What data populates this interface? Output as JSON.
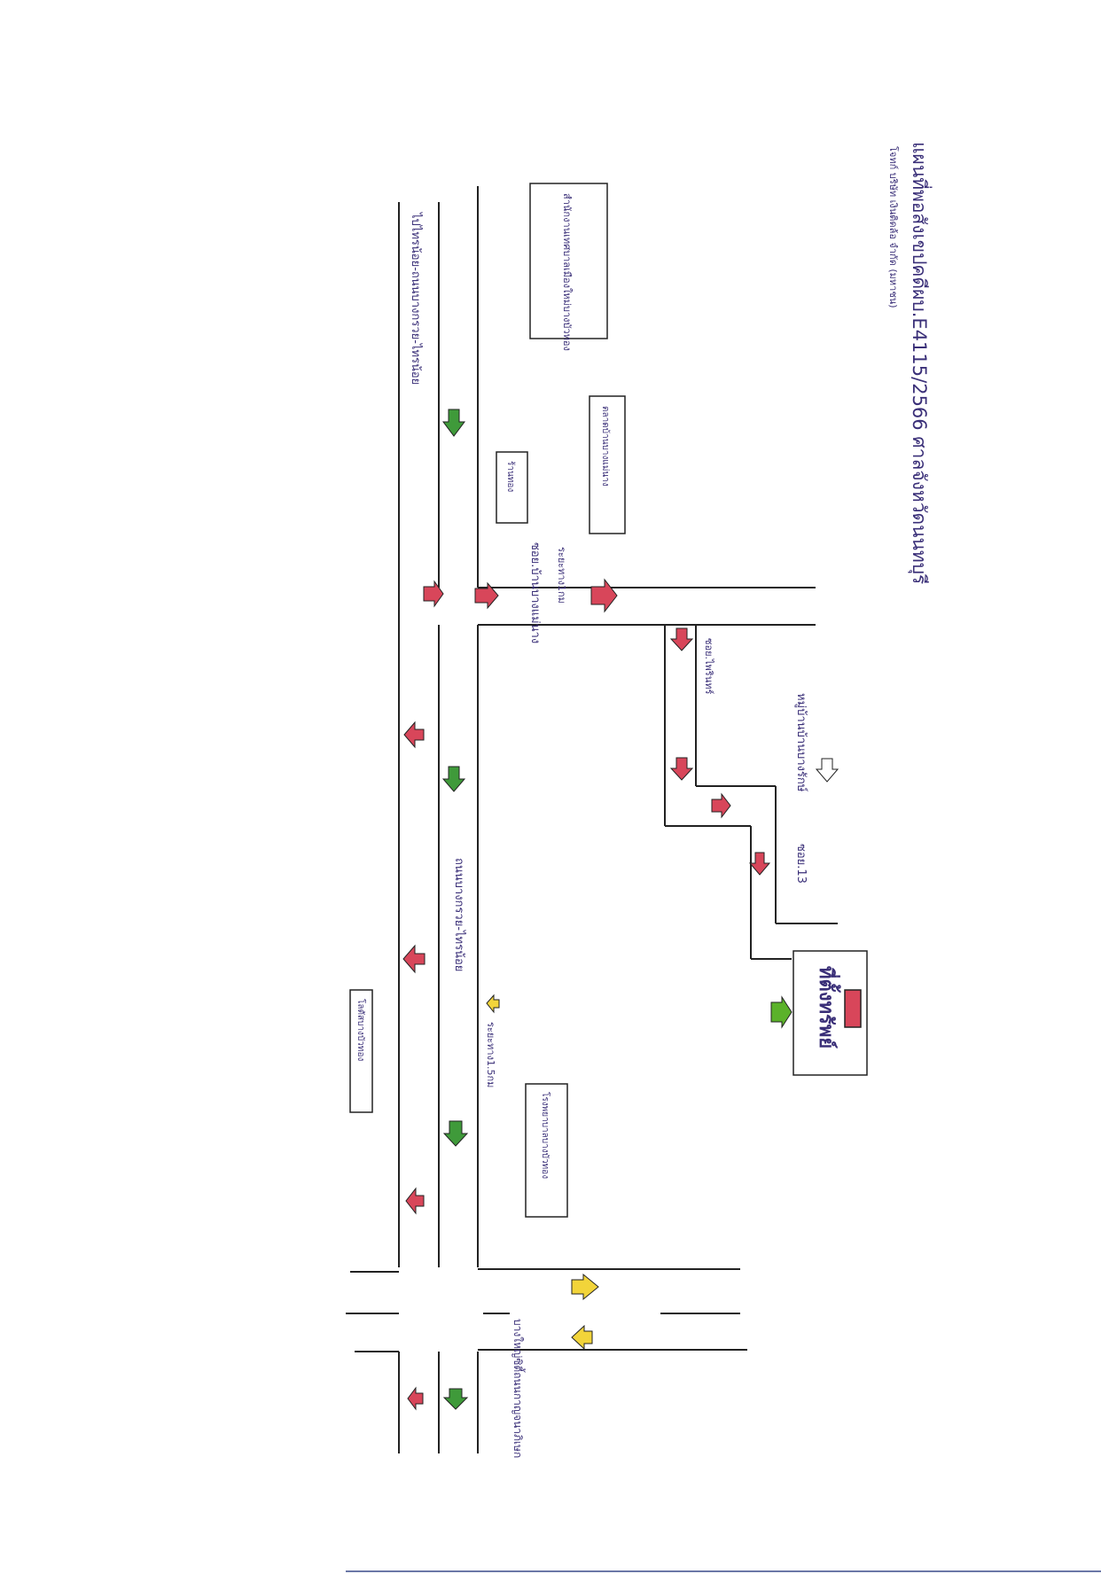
{
  "map": {
    "title": "แผนที่พอสังเขปคดีผบ.E4115/2566 ศาลจังหวัดนนทบุรี",
    "subtitle": "โจทก์ บริษัท เงินติดล้อ จำกัด (มหาชน)",
    "roads": {
      "main_road_upper_label": "ไปไทรน้อย-ถนนบางกรวย-ไทรน้อย",
      "main_road_lower_label": "ถนนบางกรวย-ไทรน้อย",
      "cross_road_label": "บางใหญ่ซิตี้ถนนกาญจนาภิเษก"
    },
    "sois": {
      "soi_bangmaenang": "ซอย.บ้านบางแม่นาง",
      "soi_phairin": "ซอย.ไพรินทร์",
      "soi_13": "ซอย.13",
      "village": "หมู่บ้านบ้านบางรักษ์"
    },
    "distances": {
      "distance_1km": "ระยะทาง1กม",
      "distance_15km": "ระยะทาง1.5กม"
    },
    "landmarks": {
      "municipal_office": "สำนักงานเทศบาลเมืองใหม่บางบัวทอง",
      "market": "ตลาดบ้านบางแม่นาง",
      "gold_shop": "ร้านทอง",
      "hospital": "โรงพยาบาลบางบัวทอง",
      "lotus": "โลตัสบางบัวทอง"
    },
    "property": {
      "label": "ที่ตั้งทรัพย์",
      "marker_color": "#d8465a"
    },
    "colors": {
      "text": "#3a2f78",
      "inbound_arrow": "#d8465a",
      "outbound_arrow": "#3f9a3a",
      "crossroad_arrow": "#f2d43a",
      "property_arrow": "#5bb22a"
    }
  }
}
